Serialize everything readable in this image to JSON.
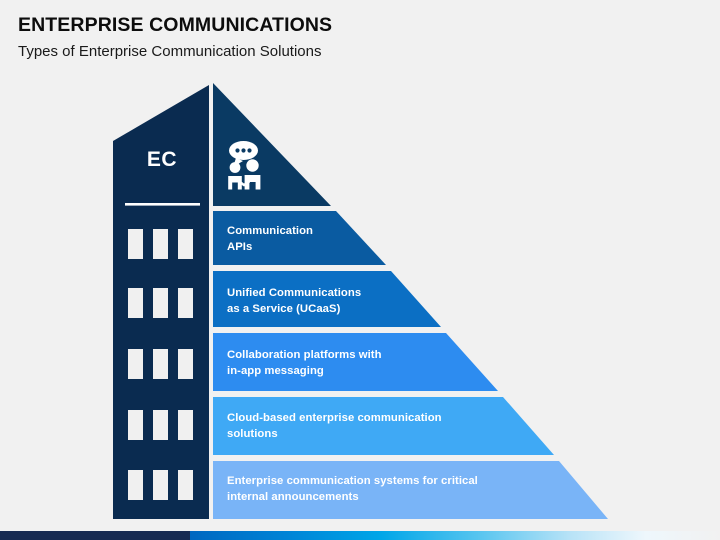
{
  "header": {
    "title": "ENTERPRISE COMMUNICATIONS",
    "subtitle": "Types of Enterprise Communication Solutions"
  },
  "tower": {
    "label": "EC",
    "color": "#0a2b50",
    "window_rows": 5,
    "window_cols": 3,
    "window_color": "#f0f0f0"
  },
  "apex": {
    "icon": "people-conversation-icon",
    "color": "#0a3a63"
  },
  "pyramid": {
    "layers": [
      {
        "index": 1,
        "label": "Communication\nAPIs",
        "color": "#0a5ba1"
      },
      {
        "index": 2,
        "label": "Unified Communications\nas a Service (UCaaS)",
        "color": "#0b6fc4"
      },
      {
        "index": 3,
        "label": "Collaboration platforms with\nin-app messaging",
        "color": "#2d8cf0"
      },
      {
        "index": 4,
        "label": "Cloud-based enterprise communication\nsolutions",
        "color": "#3fa9f5"
      },
      {
        "index": 5,
        "label": "Enterprise communication systems for critical\ninternal announcements",
        "color": "#79b4f7"
      }
    ]
  },
  "footer": {
    "solid_color": "#172a52",
    "gradient_from": "#0067c0",
    "gradient_to": "#f1f1f1"
  },
  "background_color": "#f1f1f1"
}
